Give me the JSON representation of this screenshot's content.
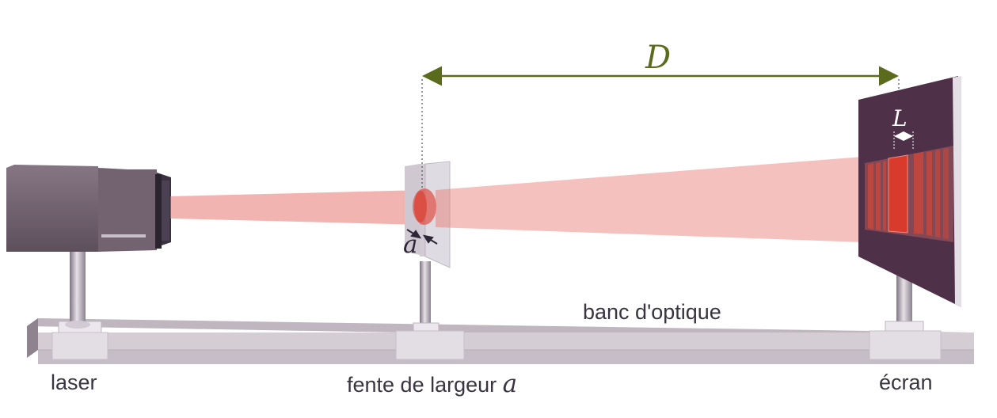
{
  "labels": {
    "laser": "laser",
    "fente_text": "fente de largeur ",
    "fente_var": "a",
    "ecran": "écran",
    "banc": "banc d'optique",
    "distance": "D",
    "slit_width": "a",
    "fringe_width": "L"
  },
  "colors": {
    "beam": "#e8766f",
    "fringe": "#d83a2c",
    "screen": "#4e3048",
    "dimension_line": "#5b6b1e",
    "bench": "#d4cdd4",
    "laser_body": "#6e5e6b"
  }
}
